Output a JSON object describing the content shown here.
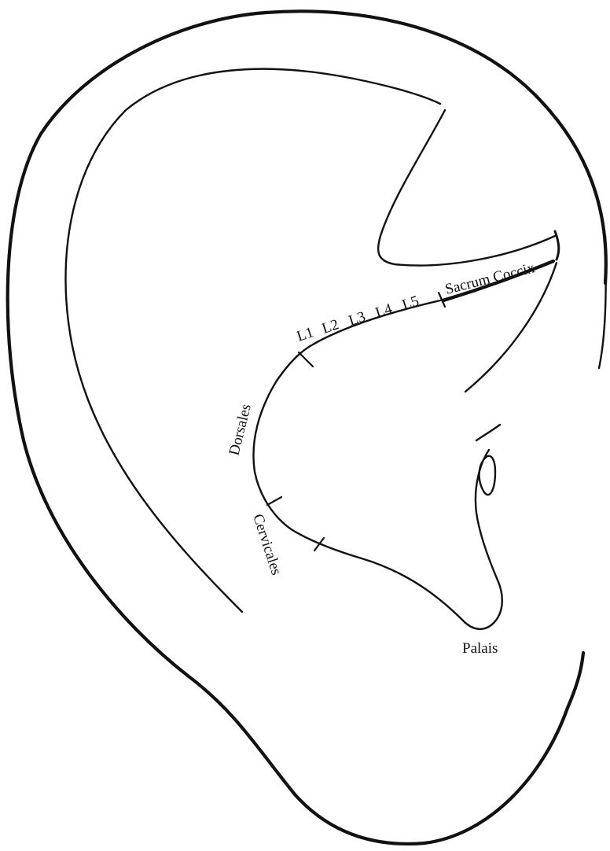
{
  "labels": {
    "sacrum_coccix": "Sacrum Coccix",
    "l1": "L1",
    "l2": "L2",
    "l3": "L3",
    "l4": "L4",
    "l5": "L5",
    "dorsales": "Dorsales",
    "cervicales": "Cervicales",
    "palais": "Palais"
  },
  "colors": {
    "line": "#111111",
    "background": "#ffffff"
  }
}
